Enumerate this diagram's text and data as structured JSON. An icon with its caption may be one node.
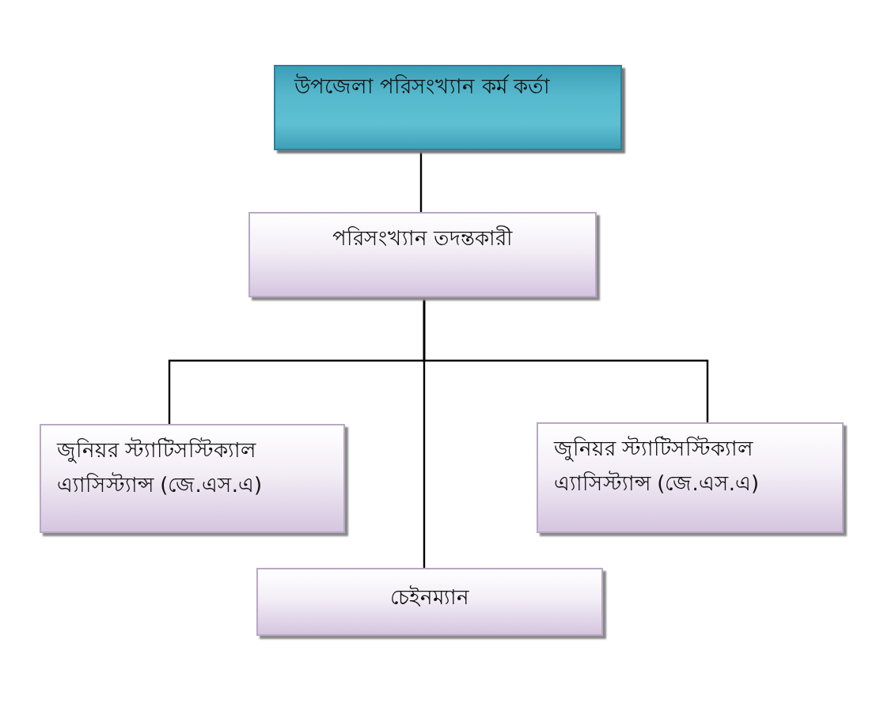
{
  "diagram": {
    "nodes": [
      {
        "text": [
          "উপজেলা পরিসংখ্যান কর্ম কর্তা"
        ]
      },
      {
        "text": [
          "পরিসংখ্যান তদন্তকারী"
        ]
      },
      {
        "text": [
          "জুনিয়র স্ট্যাটিসস্টিক্যাল এ্যাসিস্ট্যান্স (জে.এস.এ)"
        ]
      },
      {
        "text": [
          "জুনিয়র স্ট্যাটিসস্টিক্যাল এ্যাসিস্ট্যান্স (জে.এস.এ)"
        ]
      },
      {
        "text": [
          "চেইনম্যান"
        ]
      }
    ],
    "edges": [
      {
        "from": 0,
        "to": 1,
        "arrow": "none"
      },
      {
        "from": 1,
        "to": 2,
        "arrow": "none"
      },
      {
        "from": 1,
        "to": 3,
        "arrow": "none"
      },
      {
        "from": 1,
        "to": 4,
        "arrow": "none"
      }
    ]
  }
}
